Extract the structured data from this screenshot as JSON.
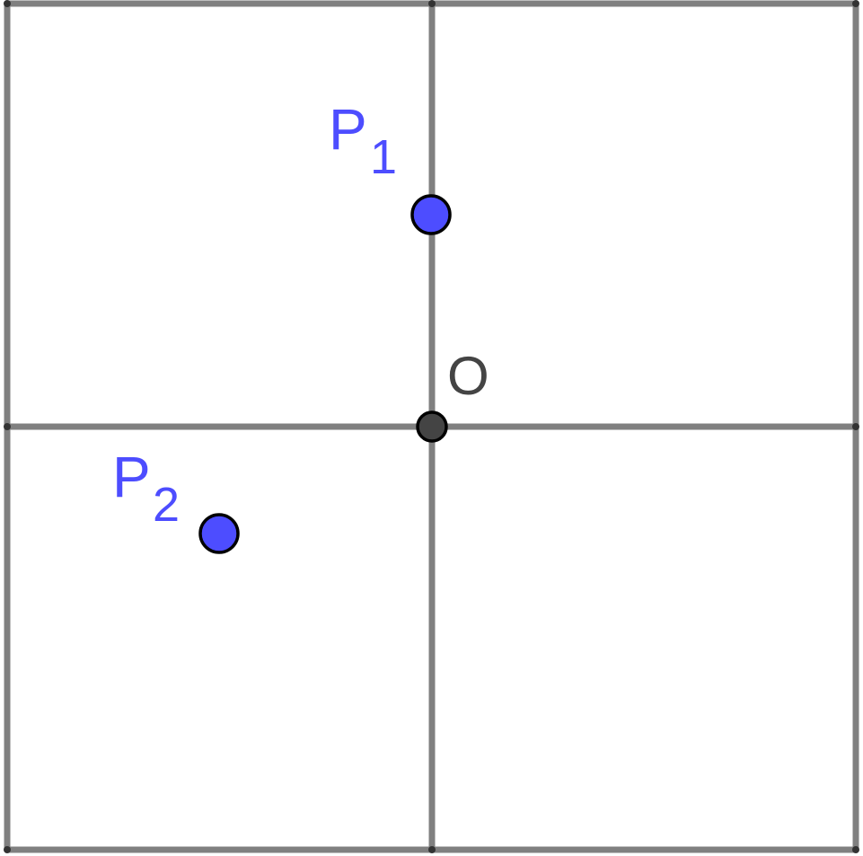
{
  "colors": {
    "grid": "#808080",
    "point_fill": "#4d4dff",
    "point_stroke": "#000000",
    "origin_fill": "#444444",
    "label_blue": "#4d4dff",
    "label_origin": "#444444"
  },
  "points": {
    "p1": {
      "letter": "P",
      "sub": "1"
    },
    "p2": {
      "letter": "P",
      "sub": "2"
    },
    "origin": {
      "letter": "O"
    }
  }
}
